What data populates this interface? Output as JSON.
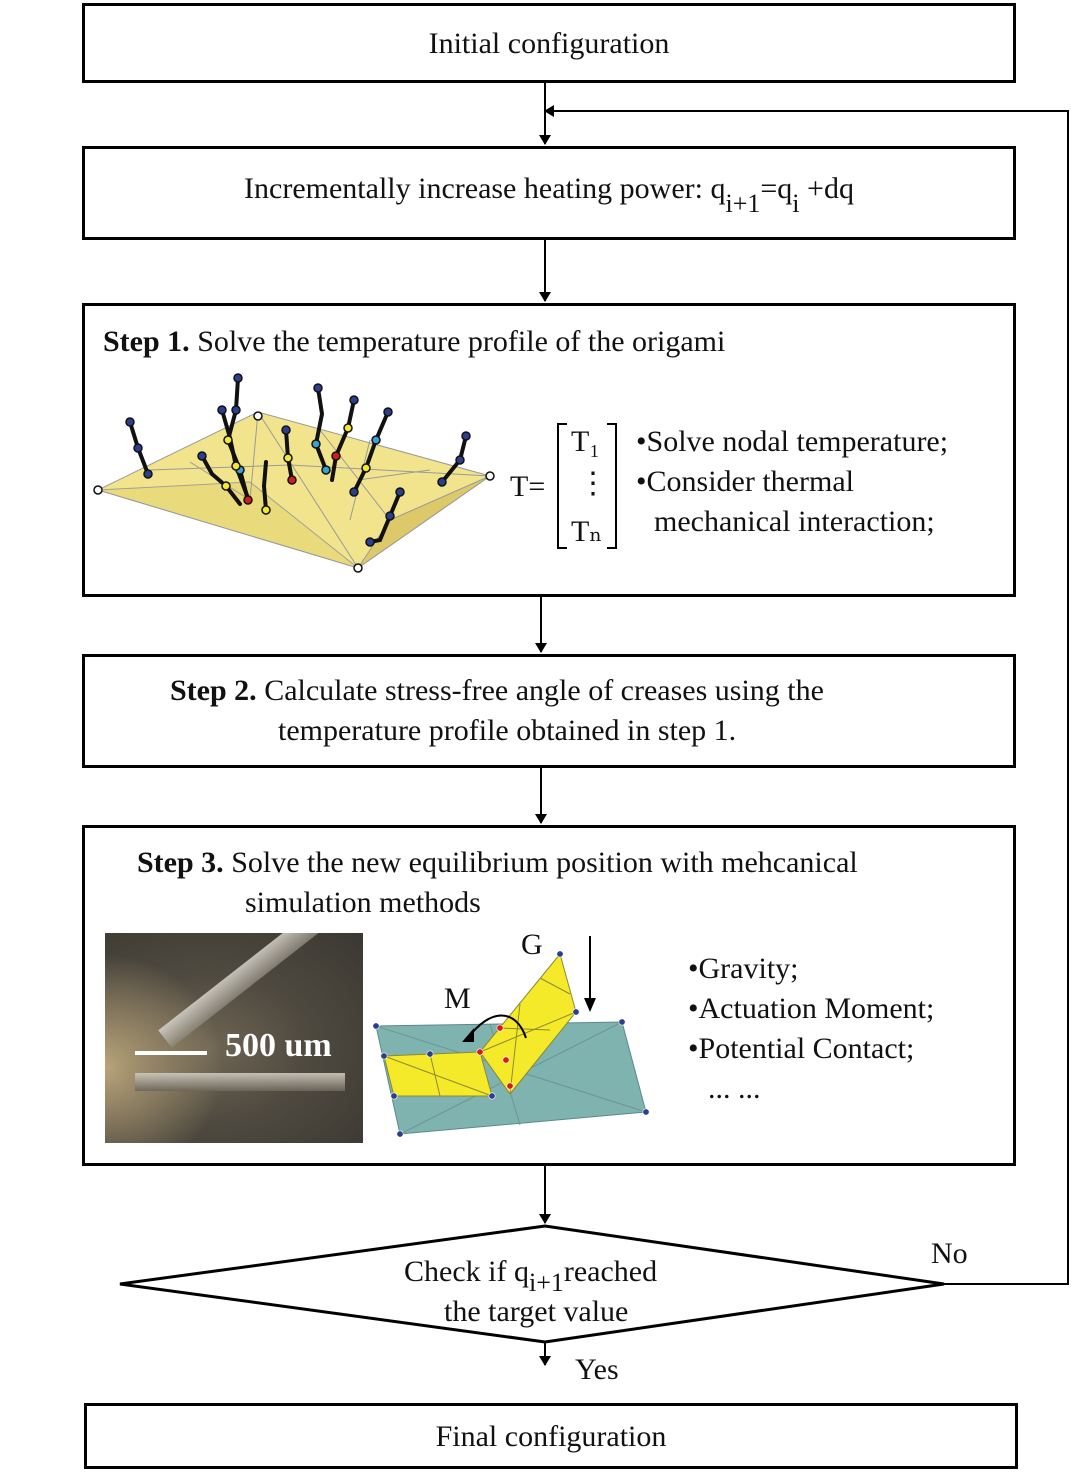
{
  "initial": "Initial configuration",
  "increment": {
    "text": "Incrementally increase heating power: q",
    "sub1": "i+1",
    "eq": "=q",
    "sub2": "i",
    "tail": " +dq"
  },
  "step1": {
    "title": "Step 1.",
    "text": " Solve the temperature profile of the origami",
    "matrix_lhs": "T=",
    "matrix_top": "T₁",
    "matrix_mid": "⋮",
    "matrix_bottom": "Tₙ",
    "bullets": [
      "Solve nodal temperature;",
      "Consider thermal",
      "mechanical interaction;"
    ]
  },
  "step2": {
    "title": "Step 2.",
    "line1": " Calculate stress-free angle of creases using the",
    "line2": "temperature profile obtained in step 1."
  },
  "step3": {
    "title": "Step 3.",
    "line1": " Solve the new equilibrium position with mehcanical",
    "line2": "simulation methods",
    "scale_label": "500 um",
    "label_G": "G",
    "label_M": "M",
    "bullets": [
      "Gravity;",
      "Actuation Moment;",
      "Potential Contact;",
      "... ..."
    ]
  },
  "decision": {
    "pre": "Check if q",
    "sub": "i+1",
    "post": "reached",
    "line2": "the target value"
  },
  "no_label": "No",
  "yes_label": "Yes",
  "final": "Final configuration",
  "colors": {
    "sheet_yellow": "#f2e48c",
    "panel_yellow": "#f5ea2a",
    "base_teal": "#7fb3b0",
    "node_blue": "#2b3f8f",
    "node_red": "#d31d1d"
  }
}
